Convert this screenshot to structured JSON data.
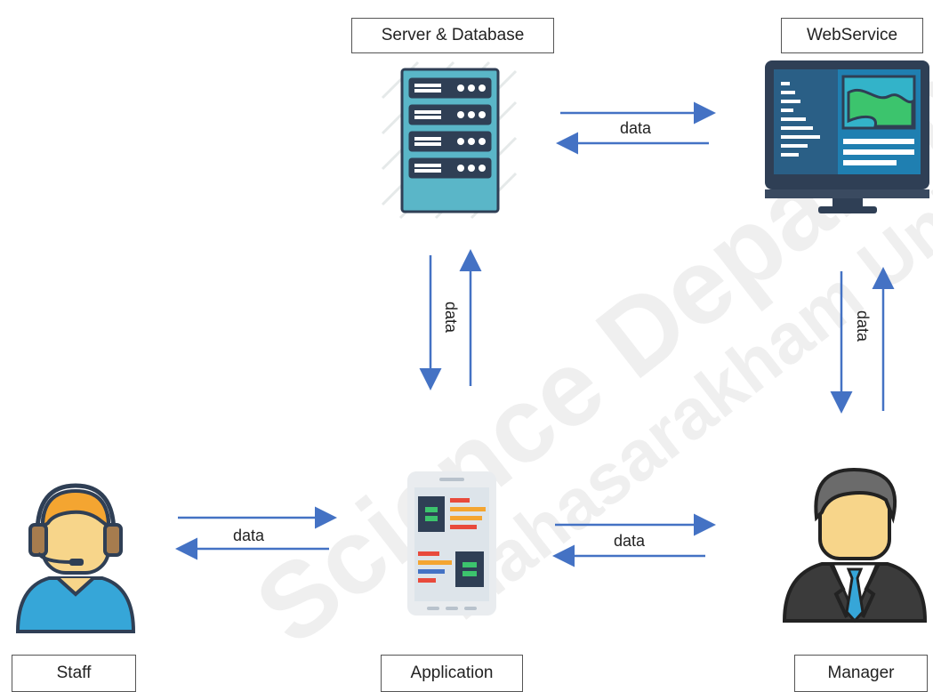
{
  "nodes": {
    "server": {
      "label": "Server & Database"
    },
    "webservice": {
      "label": "WebService"
    },
    "staff": {
      "label": "Staff"
    },
    "application": {
      "label": "Application"
    },
    "manager": {
      "label": "Manager"
    }
  },
  "flows": {
    "server_webservice": "data",
    "server_application": "data",
    "webservice_manager": "data",
    "staff_application": "data",
    "application_manager": "data"
  },
  "watermark": {
    "line1": "Science Department",
    "line2": "Mahasarakham University"
  },
  "colors": {
    "arrow": "#4472c4",
    "server_body": "#5ab6c8",
    "server_dark": "#2f3f55",
    "accent_purple": "#6b3f7a",
    "skin": "#f7d58a",
    "hair_orange": "#f4a531",
    "staff_shirt": "#36a6d8",
    "suit": "#3b3b3b",
    "tie": "#36a6d8"
  }
}
